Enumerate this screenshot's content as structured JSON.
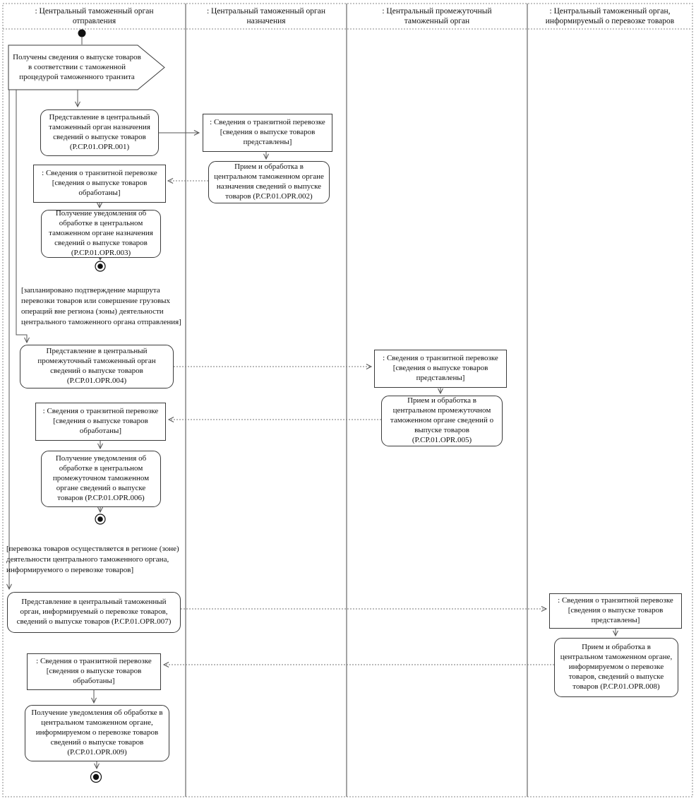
{
  "diagram": {
    "lanes": [
      {
        "title": ": Центральный таможенный орган отправления"
      },
      {
        "title": ": Центральный таможенный орган назначения"
      },
      {
        "title": ": Центральный промежуточный таможенный орган"
      },
      {
        "title": ": Центральный таможенный орган, информируемый о перевозке товаров"
      }
    ],
    "start_signal": "Получены сведения о выпуске товаров в соответствии с таможенной процедурой таможенного транзита",
    "actions": {
      "opr001": "Представление в центральный таможенный орган назначения сведений о выпуске товаров (P.CP.01.OPR.001)",
      "opr002": "Прием и обработка в центральном таможенном органе назначения сведений о выпуске товаров (P.CP.01.OPR.002)",
      "opr003": "Получение уведомления об обработке в центральном таможенном органе назначения сведений о выпуске товаров (P.CP.01.OPR.003)",
      "opr004": "Представление в центральный промежуточный таможенный орган сведений о выпуске товаров (P.CP.01.OPR.004)",
      "opr005": "Прием и обработка в центральном промежуточном таможенном органе сведений о выпуске товаров (P.CP.01.OPR.005)",
      "opr006": "Получение уведомления об обработке в центральном промежуточном таможенном органе сведений о выпуске товаров (P.CP.01.OPR.006)",
      "opr007": "Представление в центральный таможенный орган, информируемый о перевозке товаров, сведений о выпуске товаров (P.CP.01.OPR.007)",
      "opr008": "Прием и обработка в центральном таможенном органе, информируемом о перевозке товаров, сведений о выпуске товаров (P.CP.01.OPR.008)",
      "opr009": "Получение уведомления об обработке в центральном таможенном органе, информируемом о перевозке товаров сведений о выпуске товаров (P.CP.01.OPR.009)"
    },
    "objects": {
      "dest_submitted": ": Сведения о транзитной перевозке [сведения о выпуске товаров представлены]",
      "dest_processed": ": Сведения о транзитной перевозке [сведения о выпуске товаров обработаны]",
      "interm_submitted": ": Сведения о транзитной перевозке [сведения о выпуске товаров представлены]",
      "interm_processed": ": Сведения о транзитной перевозке [сведения о выпуске товаров обработаны]",
      "informed_submitted": ": Сведения о транзитной перевозке [сведения о выпуске товаров представлены]",
      "informed_processed": ": Сведения о транзитной перевозке [сведения о выпуске товаров обработаны]"
    },
    "guards": {
      "route_outside": "[запланировано подтверждение маршрута перевозки товаров или совершение грузовых операций  вне региона (зоны) деятельности центрального таможенного органа отправления]",
      "region_informed": "[перевозка товаров осуществляется в регионе (зоне) деятельности центрального таможенного органа, информируемого о перевозке товаров]"
    }
  }
}
